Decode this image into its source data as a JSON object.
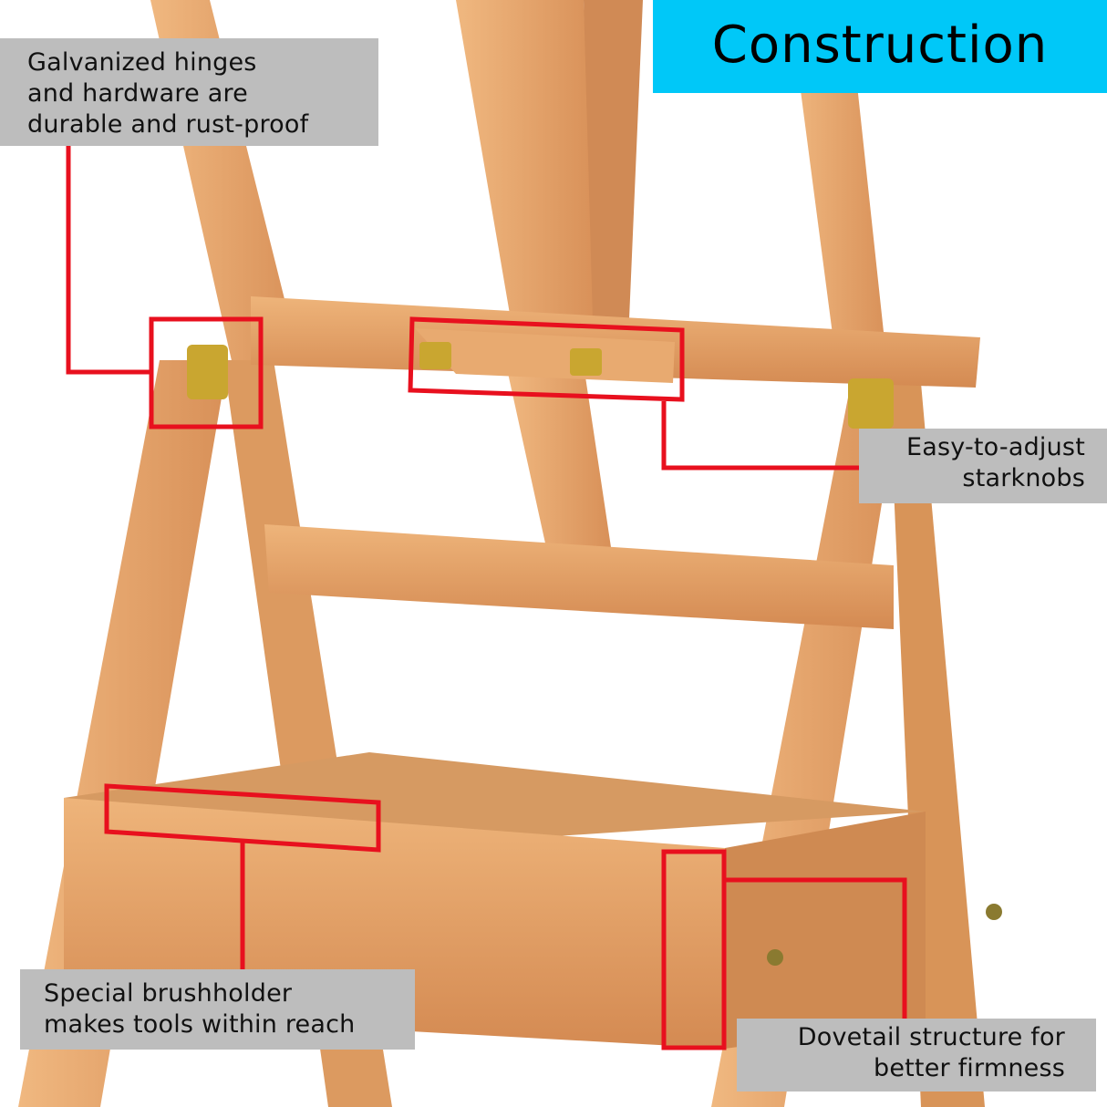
{
  "title": "Construction",
  "colors": {
    "title_bg": "#00c8f8",
    "label_bg": "#bdbdbd",
    "callout_red": "#e8101e",
    "wood": "#e0a064"
  },
  "callouts": [
    {
      "id": "hinges",
      "lines": [
        "Galvanized hinges",
        "and hardware are",
        "durable and rust-proof"
      ]
    },
    {
      "id": "knobs",
      "lines": [
        "Easy-to-adjust",
        "starknobs"
      ]
    },
    {
      "id": "brushholder",
      "lines": [
        "Special brushholder",
        "makes tools within reach"
      ]
    },
    {
      "id": "dovetail",
      "lines": [
        "Dovetail structure for",
        "better firmness"
      ]
    }
  ]
}
